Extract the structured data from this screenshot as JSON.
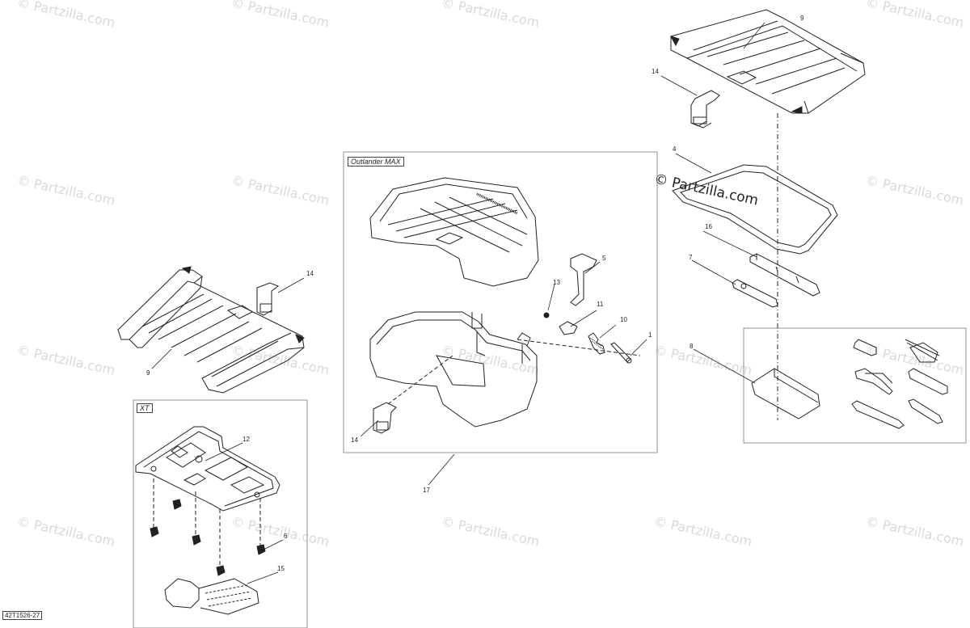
{
  "watermark": "© Partzilla.com",
  "figure_ref": "42T1526-27",
  "boxes": {
    "max": "Outlander MAX",
    "xt": "XT"
  },
  "callouts": {
    "c1": "1",
    "c4": "4",
    "c5": "5",
    "c6": "6",
    "c7": "7",
    "c8": "8",
    "c9a": "9",
    "c9b": "9",
    "c10": "10",
    "c11": "11",
    "c12": "12",
    "c13": "13",
    "c14a": "14",
    "c14b": "14",
    "c14c": "14",
    "c15": "15",
    "c16": "16",
    "c17": "17"
  }
}
